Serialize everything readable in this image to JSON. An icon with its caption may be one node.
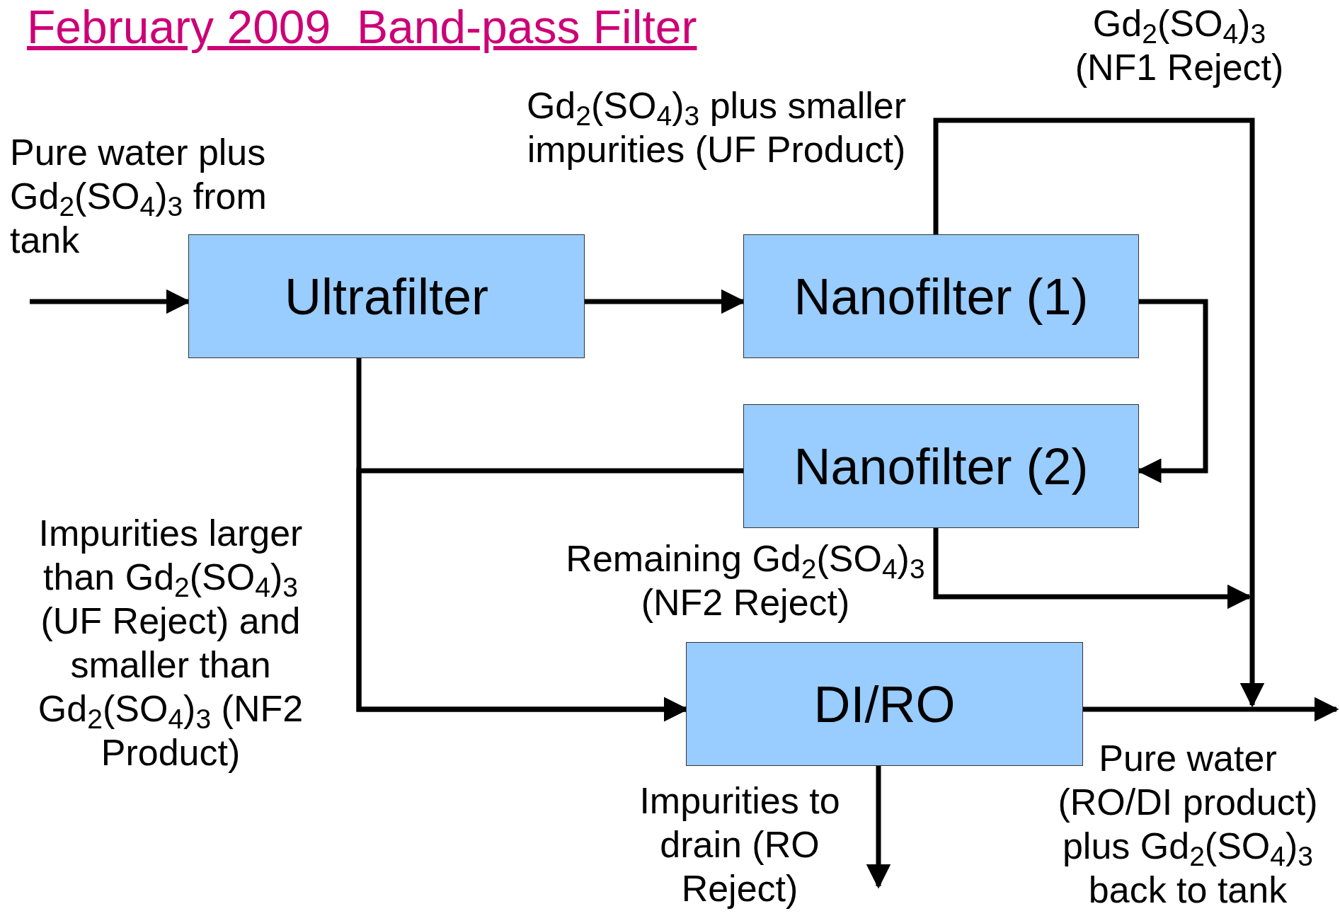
{
  "diagram": {
    "title": "February 2009  Band-pass Filter",
    "nodes": [
      {
        "text": [
          "Ultrafilter"
        ]
      },
      {
        "text": [
          "Nanofilter (1)"
        ]
      },
      {
        "text": [
          "Nanofilter (2)"
        ]
      },
      {
        "text": [
          "DI/RO"
        ]
      }
    ],
    "edges": [
      {
        "from": null,
        "to": 0,
        "arrow": "to"
      },
      {
        "from": 0,
        "to": 1,
        "arrow": "to"
      },
      {
        "from": 1,
        "to": 2,
        "arrow": "to"
      },
      {
        "from": 0,
        "to": 3,
        "arrow": "to"
      },
      {
        "from": 2,
        "to": 3,
        "arrow": "to"
      },
      {
        "from": 1,
        "to": null,
        "arrow": "to"
      },
      {
        "from": 2,
        "to": null,
        "arrow": "to"
      },
      {
        "from": 3,
        "to": null,
        "arrow": "to"
      },
      {
        "from": 3,
        "to": null,
        "arrow": "to"
      }
    ],
    "labels": [
      "Gd$_{2}$(SO$_{4}$)$_{3}$ (NF1 Reject)",
      "Gd$_{2}$(SO$_{4}$)$_{3}$ plus smaller impurities (UF Product)",
      "Pure water plus Gd$_{2}$(SO$_{4}$)$_{3}$ from tank",
      "Impurities larger than Gd$_{2}$(SO$_{4}$)$_{3}$ (UF Reject) and smaller than Gd$_{2}$(SO$_{4}$)$_{3}$ (NF2 Product)",
      "Remaining Gd$_{2}$(SO$_{4}$)$_{3}$ (NF2 Reject)",
      "Impurities to drain (RO Reject)",
      "Pure water (RO/DI product) plus Gd$_{2}$(SO$_{4}$)$_{3}$ back to tank"
    ]
  }
}
